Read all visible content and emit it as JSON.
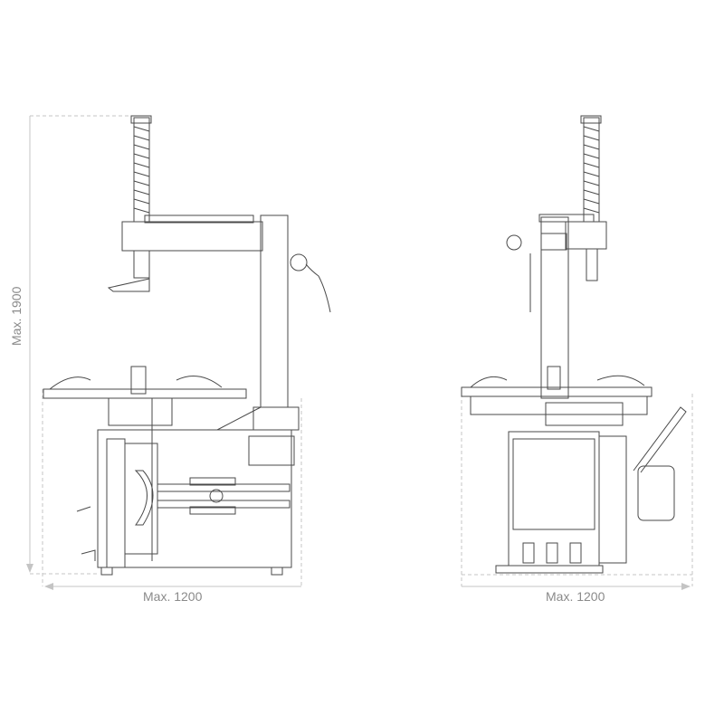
{
  "dimensions": {
    "height_label": "Max. 1900",
    "width_label_side": "Max. 1200",
    "width_label_front": "Max. 1200"
  },
  "colors": {
    "line": "#4a4a4a",
    "dimension": "#b5b5b5",
    "text": "#8a8a8a"
  }
}
